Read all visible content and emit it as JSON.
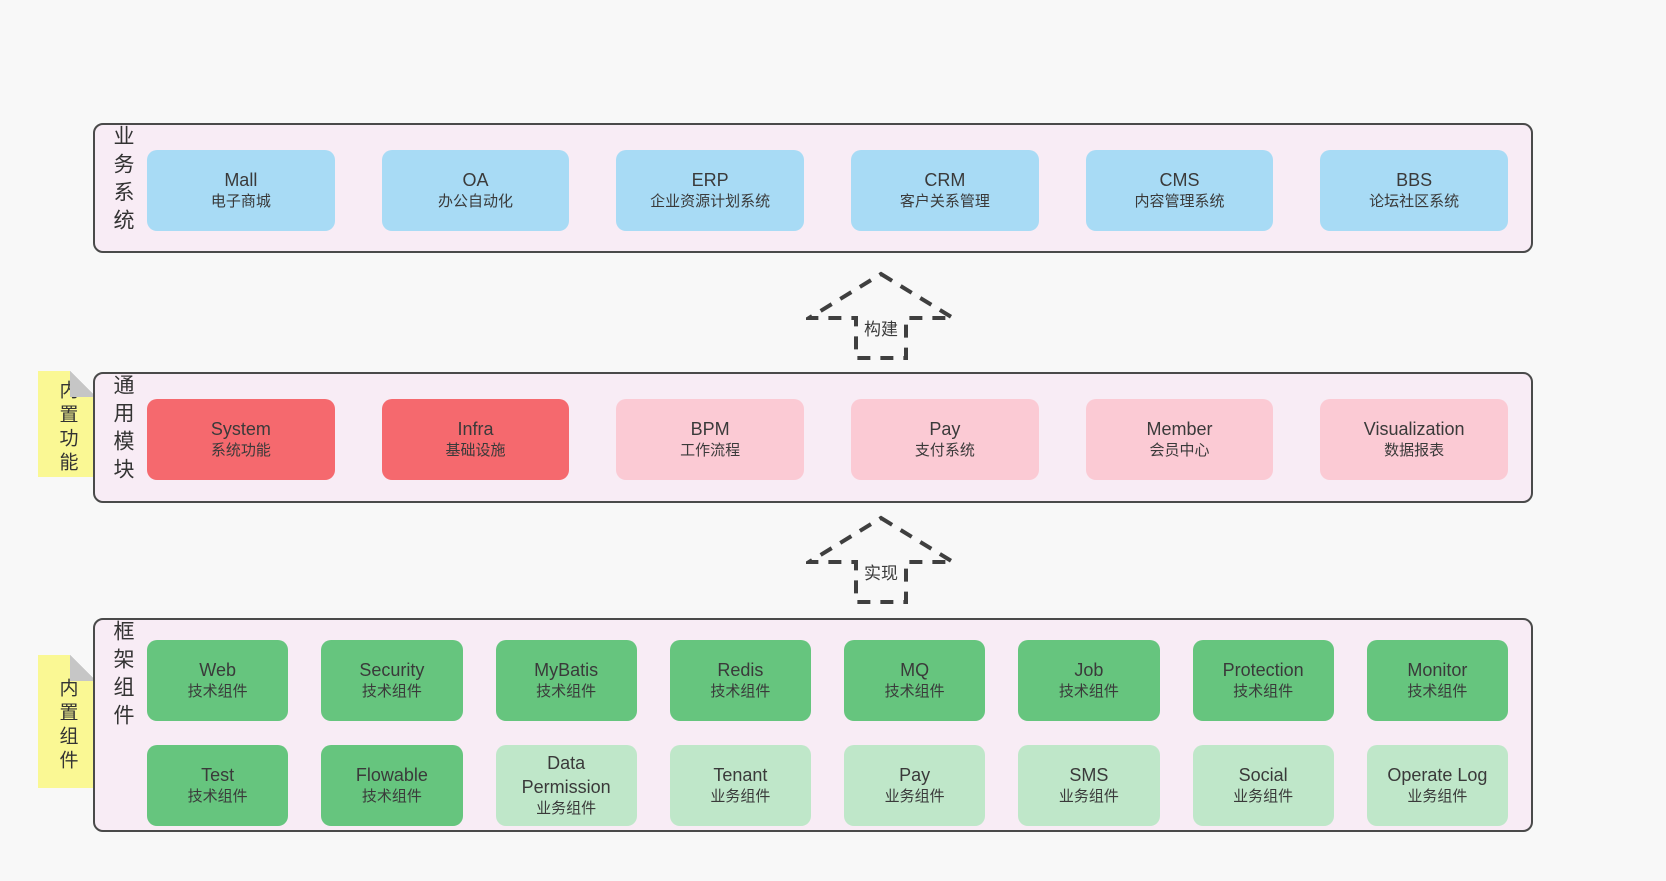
{
  "diagram": {
    "layers": [
      {
        "id": "business",
        "label": "业务系统",
        "boxes": [
          {
            "en": "Mall",
            "zh": "电子商城",
            "variant": "blue"
          },
          {
            "en": "OA",
            "zh": "办公自动化",
            "variant": "blue"
          },
          {
            "en": "ERP",
            "zh": "企业资源计划系统",
            "variant": "blue"
          },
          {
            "en": "CRM",
            "zh": "客户关系管理",
            "variant": "blue"
          },
          {
            "en": "CMS",
            "zh": "内容管理系统",
            "variant": "blue"
          },
          {
            "en": "BBS",
            "zh": "论坛社区系统",
            "variant": "blue"
          }
        ]
      },
      {
        "id": "modules",
        "label": "通用模块",
        "note": "内置功能",
        "boxes": [
          {
            "en": "System",
            "zh": "系统功能",
            "variant": "red"
          },
          {
            "en": "Infra",
            "zh": "基础设施",
            "variant": "red"
          },
          {
            "en": "BPM",
            "zh": "工作流程",
            "variant": "pink"
          },
          {
            "en": "Pay",
            "zh": "支付系统",
            "variant": "pink"
          },
          {
            "en": "Member",
            "zh": "会员中心",
            "variant": "pink"
          },
          {
            "en": "Visualization",
            "zh": "数据报表",
            "variant": "pink"
          }
        ]
      },
      {
        "id": "framework",
        "label": "框架组件",
        "note": "内置组件",
        "boxes": [
          {
            "en": "Web",
            "zh": "技术组件",
            "variant": "green"
          },
          {
            "en": "Security",
            "zh": "技术组件",
            "variant": "green"
          },
          {
            "en": "MyBatis",
            "zh": "技术组件",
            "variant": "green"
          },
          {
            "en": "Redis",
            "zh": "技术组件",
            "variant": "green"
          },
          {
            "en": "MQ",
            "zh": "技术组件",
            "variant": "green"
          },
          {
            "en": "Job",
            "zh": "技术组件",
            "variant": "green"
          },
          {
            "en": "Protection",
            "zh": "技术组件",
            "variant": "green"
          },
          {
            "en": "Monitor",
            "zh": "技术组件",
            "variant": "green"
          },
          {
            "en": "Test",
            "zh": "技术组件",
            "variant": "green"
          },
          {
            "en": "Flowable",
            "zh": "技术组件",
            "variant": "green"
          },
          {
            "en": "Data Permission",
            "zh": "业务组件",
            "variant": "lightgreen"
          },
          {
            "en": "Tenant",
            "zh": "业务组件",
            "variant": "lightgreen"
          },
          {
            "en": "Pay",
            "zh": "业务组件",
            "variant": "lightgreen"
          },
          {
            "en": "SMS",
            "zh": "业务组件",
            "variant": "lightgreen"
          },
          {
            "en": "Social",
            "zh": "业务组件",
            "variant": "lightgreen"
          },
          {
            "en": "Operate Log",
            "zh": "业务组件",
            "variant": "lightgreen"
          }
        ]
      }
    ],
    "arrows": [
      {
        "label": "构建"
      },
      {
        "label": "实现"
      }
    ]
  },
  "colors": {
    "page": "#F8F8F8",
    "panel": "#F8ECF5",
    "border": "#4A4A4A",
    "text": "#3A3A3A",
    "blue": "#A8DBF5",
    "red": "#F5696E",
    "pink": "#FBCAD4",
    "green": "#66C57E",
    "lightgreen": "#BFE7C9",
    "yellow": "#FAF894",
    "fold": "#C6C6C6",
    "arrow": "#3F3F3F"
  }
}
